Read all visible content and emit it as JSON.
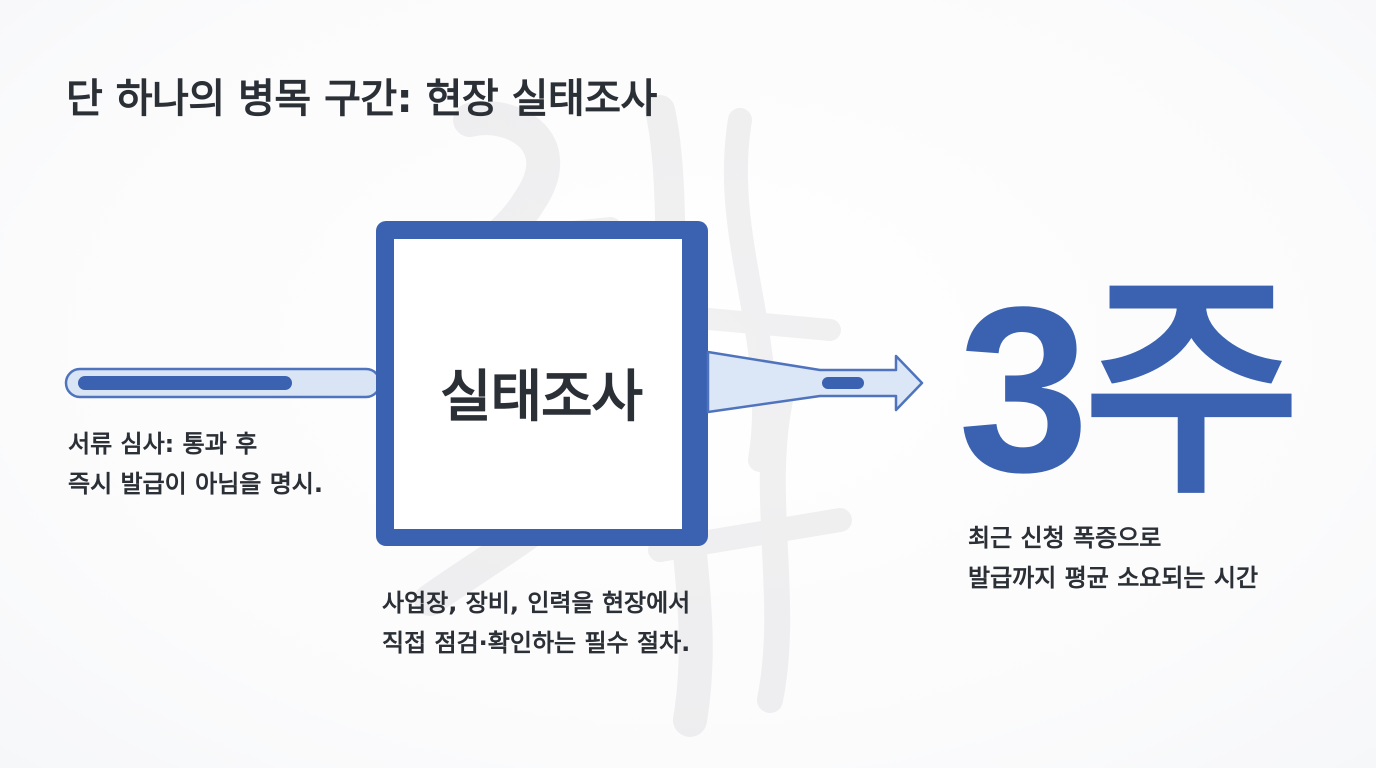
{
  "title": "단 하나의 병목 구간: 현장 실태조사",
  "process_box": {
    "label": "실태조사"
  },
  "input_caption": {
    "line1": "서류 심사: 통과 후",
    "line2": "즉시 발급이 아님을 명시."
  },
  "process_caption": {
    "line1": "사업장, 장비, 인력을 현장에서",
    "line2": "직접 점검·확인하는 필수 절차."
  },
  "result": {
    "value": "3주",
    "line1": "최근 신청 폭증으로",
    "line2": "발급까지 평균 소요되는 시간"
  },
  "colors": {
    "accent": "#3a62b0",
    "accent_light": "#c9d8f1",
    "text": "#2b2f36"
  },
  "icons": {
    "input_arrow": "left-to-right-pipe",
    "output_arrow": "funnel-right-arrow",
    "watermark": "brush-calligraphy-watermark"
  }
}
